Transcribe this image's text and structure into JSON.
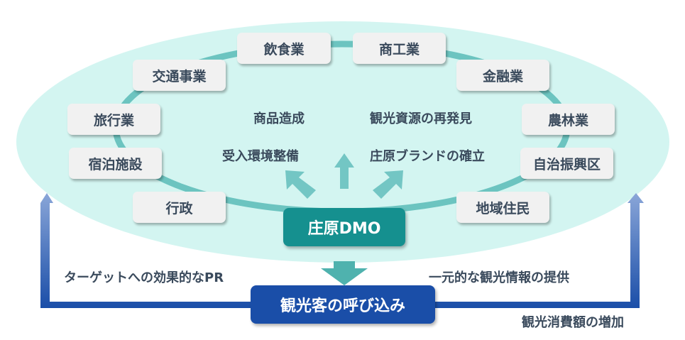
{
  "colors": {
    "ellipse_fill": "#d3f5f1",
    "ring": "#6cc4c0",
    "node_fill": "#f1f1f1",
    "node_text": "#3a4a5c",
    "dmo_fill": "#15908f",
    "visitors_fill": "#1a4ea8",
    "inner_arrow": "#73c6c4",
    "feedback_arrow_top": "#8aa6d8",
    "feedback_arrow_bottom": "#1a4ea8"
  },
  "stakeholders": [
    {
      "label": "飲食業"
    },
    {
      "label": "商工業"
    },
    {
      "label": "交通事業"
    },
    {
      "label": "金融業"
    },
    {
      "label": "旅行業"
    },
    {
      "label": "農林業"
    },
    {
      "label": "宿泊施設"
    },
    {
      "label": "自治振興区"
    },
    {
      "label": "行政"
    },
    {
      "label": "地域住民"
    }
  ],
  "activities": [
    {
      "label": "商品造成"
    },
    {
      "label": "観光資源の再発見"
    },
    {
      "label": "受入環境整備"
    },
    {
      "label": "庄原ブランドの確立"
    }
  ],
  "center": {
    "label": "庄原DMO"
  },
  "outcome": {
    "label": "観光客の呼び込み"
  },
  "flows": {
    "left": "ターゲットへの効果的なPR",
    "right": "一元的な観光情報の提供",
    "bottom_right": "観光消費額の増加"
  }
}
